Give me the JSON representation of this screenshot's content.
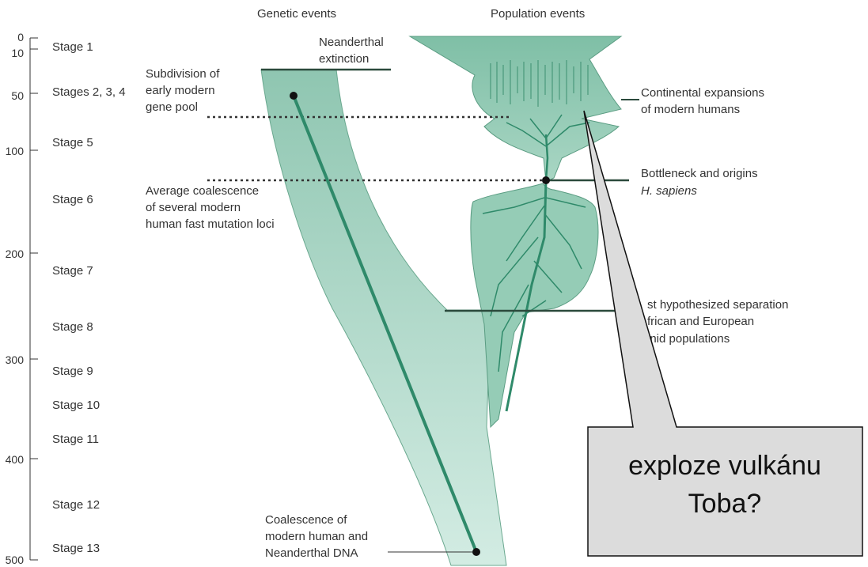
{
  "headers": {
    "genetic": "Genetic events",
    "population": "Population events"
  },
  "axis": {
    "ticks": [
      "0",
      "10",
      "50",
      "100",
      "200",
      "300",
      "400",
      "500"
    ]
  },
  "stages": [
    "Stage 1",
    "Stages 2, 3, 4",
    "Stage 5",
    "Stage 6",
    "Stage 7",
    "Stage 8",
    "Stage 9",
    "Stage 10",
    "Stage 11",
    "Stage 12",
    "Stage 13"
  ],
  "annotations": {
    "neanderthal_extinction": [
      "Neanderthal",
      "extinction"
    ],
    "subdivision": [
      "Subdivision of",
      "early modern",
      "gene pool"
    ],
    "average_coalescence": [
      "Average coalescence",
      "of several modern",
      "human fast mutation loci"
    ],
    "coalescence_dna": [
      "Coalescence of",
      "modern human and",
      "Neanderthal DNA"
    ],
    "continental": [
      "Continental expansions",
      "of modern humans"
    ],
    "bottleneck": [
      "Bottleneck and origins",
      "H. sapiens"
    ],
    "separation": [
      "st hypothesized separation",
      "frican and European",
      "inid populations"
    ]
  },
  "callout": {
    "lines": [
      "exploze vulkánu",
      "Toba?"
    ]
  },
  "colors": {
    "fill": "#9fcfbd",
    "fill_light": "#cfe9df",
    "branch": "#2f8a6a",
    "dark_line": "#2b4a3c",
    "callout_bg": "#dcdcdc"
  }
}
